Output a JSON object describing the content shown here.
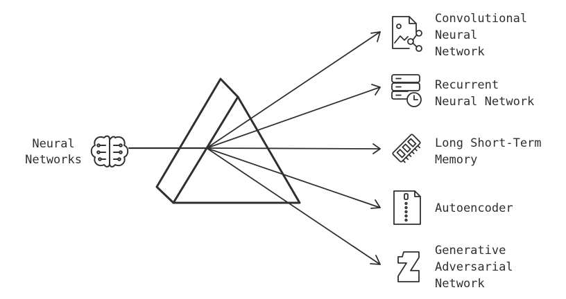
{
  "source": {
    "label_lines": [
      "Neural",
      "Networks"
    ],
    "icon": "brain-circuit-icon"
  },
  "prism": {
    "icon": "prism-icon"
  },
  "outputs": [
    {
      "id": "cnn",
      "icon": "image-share-icon",
      "label_lines": [
        "Convolutional",
        "Neural",
        "Network"
      ]
    },
    {
      "id": "rnn",
      "icon": "server-clock-icon",
      "label_lines": [
        "Recurrent",
        "Neural Network"
      ]
    },
    {
      "id": "lstm",
      "icon": "memory-chip-icon",
      "label_lines": [
        "Long Short-Term",
        "Memory"
      ]
    },
    {
      "id": "ae",
      "icon": "zipped-file-icon",
      "label_lines": [
        "Autoencoder"
      ]
    },
    {
      "id": "gan",
      "icon": "deviantart-icon",
      "label_lines": [
        "Generative",
        "Adversarial",
        "Network"
      ]
    }
  ],
  "colors": {
    "ink": "#2f2f2f",
    "background": "#ffffff"
  }
}
